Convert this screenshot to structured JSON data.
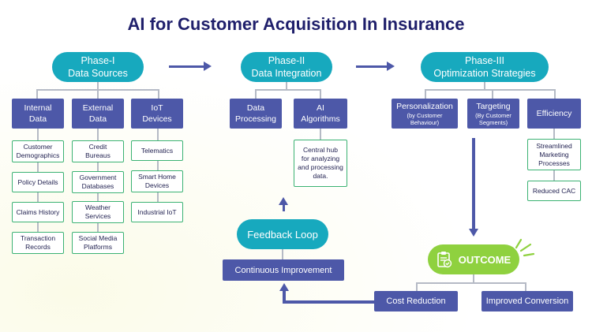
{
  "title": "AI for Customer Acquisition In Insurance",
  "phase1": {
    "line1": "Phase-I",
    "line2": "Data Sources",
    "cats": [
      {
        "l1": "Internal",
        "l2": "Data",
        "items": [
          [
            "Customer",
            "Demographics"
          ],
          [
            "Policy Details"
          ],
          [
            "Claims History"
          ],
          [
            "Transaction",
            "Records"
          ]
        ]
      },
      {
        "l1": "External",
        "l2": "Data",
        "items": [
          [
            "Credit",
            "Bureaus"
          ],
          [
            "Government",
            "Databases"
          ],
          [
            "Weather",
            "Services"
          ],
          [
            "Social Media",
            "Platforms"
          ]
        ]
      },
      {
        "l1": "IoT",
        "l2": "Devices",
        "items": [
          [
            "Telematics"
          ],
          [
            "Smart Home",
            "Devices"
          ],
          [
            "Industrial IoT"
          ]
        ]
      }
    ]
  },
  "phase2": {
    "line1": "Phase-II",
    "line2": "Data Integration",
    "cats": [
      {
        "l1": "Data",
        "l2": "Processing"
      },
      {
        "l1": "AI",
        "l2": "Algorithms"
      }
    ],
    "hub": [
      "Central hub",
      "for analyzing",
      "and processing",
      "data."
    ]
  },
  "phase3": {
    "line1": "Phase-III",
    "line2": "Optimization Strategies",
    "cats": [
      {
        "l1": "Personalization",
        "sub": [
          "(by Customer",
          "Behaviour)"
        ]
      },
      {
        "l1": "Targeting",
        "sub": [
          "(By Customer",
          "Segments)"
        ]
      },
      {
        "l1": "Efficiency",
        "sub": []
      }
    ],
    "efficiency_items": [
      [
        "Streamlined",
        "Marketing",
        "Processes"
      ],
      [
        "Reduced CAC"
      ]
    ]
  },
  "feedback": {
    "label": "Feedback Loop",
    "improvement": "Continuous Improvement"
  },
  "outcome": {
    "label": "OUTCOME",
    "results": [
      "Cost Reduction",
      "Improved Conversion"
    ]
  },
  "colors": {
    "teal": "#17a9be",
    "navy": "#4d58a8",
    "green_border": "#3bb273",
    "outcome_green": "#8fd13f",
    "title": "#1f1f6b"
  }
}
